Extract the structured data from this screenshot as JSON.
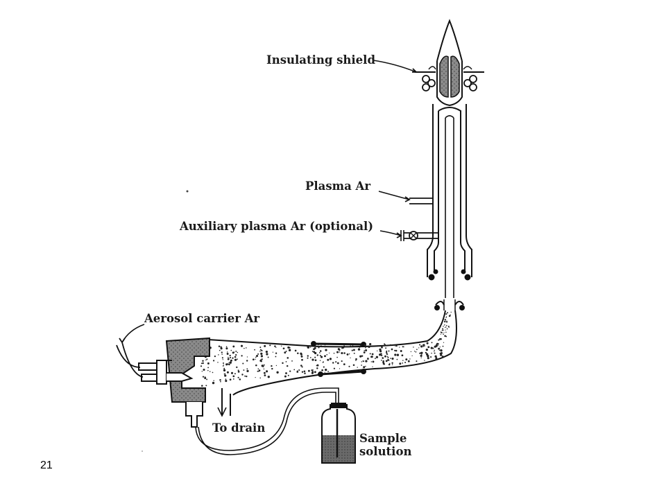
{
  "labels": {
    "insulating_shield": "Insulating shield",
    "plasma_ar": "Plasma Ar",
    "auxiliary_plasma_ar": "Auxiliary plasma Ar (optional)",
    "aerosol_carrier_ar": "Aerosol carrier Ar",
    "to_drain": "To drain",
    "sample_solution_line1": "Sample",
    "sample_solution_line2": "solution"
  },
  "page_number": "21"
}
